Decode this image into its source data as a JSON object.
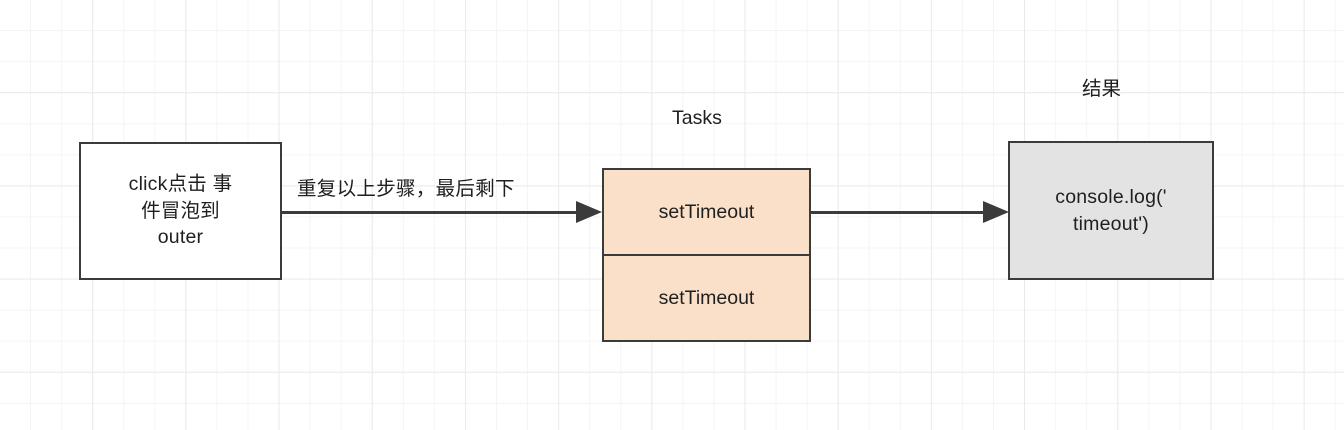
{
  "diagram": {
    "title_labels": {
      "tasks": "Tasks",
      "result": "结果"
    },
    "nodes": [
      {
        "id": "click-node",
        "label": "click点击 事\n件冒泡到\nouter",
        "fill": "#ffffff",
        "stroke": "#3b3b3b"
      },
      {
        "id": "tasks-stack",
        "fill": "#fbe0c9",
        "stroke": "#3b3b3b",
        "cells": [
          "setTimeout",
          "setTimeout"
        ]
      },
      {
        "id": "result-node",
        "label": "console.log('\ntimeout')",
        "fill": "#e3e3e3",
        "stroke": "#3b3b3b"
      }
    ],
    "edges": [
      {
        "id": "edge-click-to-tasks",
        "label": "重复以上步骤，最后剩下",
        "from": "click-node",
        "to": "tasks-stack"
      },
      {
        "id": "edge-tasks-to-result",
        "label": "",
        "from": "tasks-stack",
        "to": "result-node"
      }
    ],
    "background": {
      "color": "#ffffff",
      "grid_minor_color": "#f4f4f4",
      "grid_major_color": "#eaeaea"
    }
  }
}
